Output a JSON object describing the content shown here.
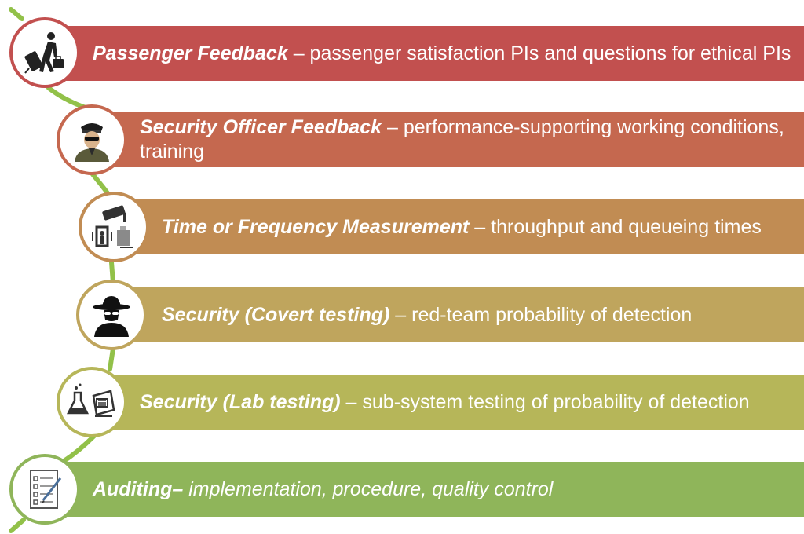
{
  "items": [
    {
      "title": "Passenger Feedback",
      "separator": " – ",
      "description": "passenger satisfaction PIs and questions for ethical PIs",
      "color": "#c2504f",
      "icon": "traveler-luggage-icon"
    },
    {
      "title": "Security Officer Feedback",
      "separator": " – ",
      "description": "performance-supporting working conditions, training",
      "color": "#c5684f",
      "icon": "security-officer-icon"
    },
    {
      "title": "Time or Frequency Measurement",
      "separator": " – ",
      "description": "throughput and queueing times",
      "color": "#c18c53",
      "icon": "cctv-scanner-icon"
    },
    {
      "title": "Security (Covert testing)",
      "separator": " – ",
      "description": "red-team probability of detection",
      "color": "#bfa55d",
      "icon": "spy-icon"
    },
    {
      "title": "Security (Lab testing)",
      "separator": " – ",
      "description": "sub-system testing of probability of detection",
      "color": "#b6b659",
      "icon": "lab-flask-scanner-icon"
    },
    {
      "title": "Auditing",
      "separator": "– ",
      "description": "implementation, procedure, quality control",
      "color": "#8fb55a",
      "icon": "checklist-clipboard-icon"
    }
  ],
  "connector_color": "#92c149"
}
